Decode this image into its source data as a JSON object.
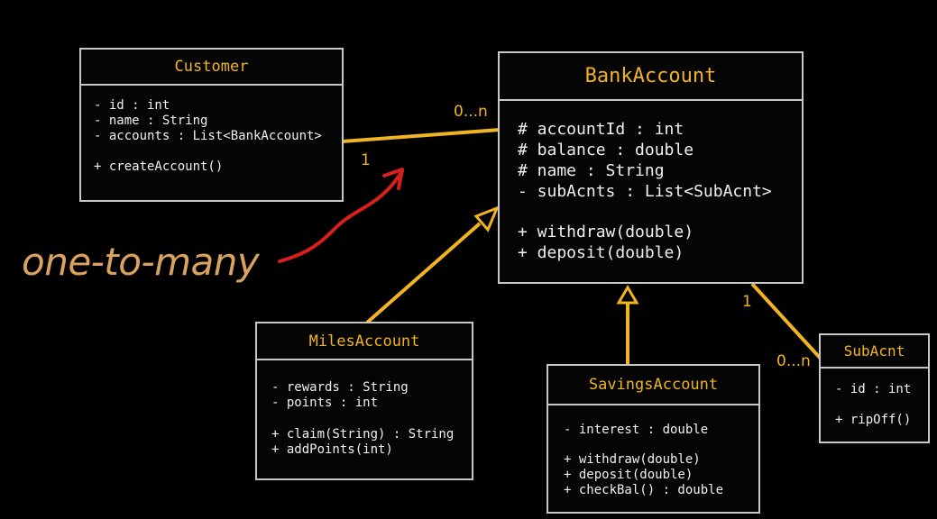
{
  "classes": {
    "customer": {
      "name": "Customer",
      "attributes": [
        "- id : int",
        "- name : String",
        "- accounts : List<BankAccount>"
      ],
      "methods": [
        "+ createAccount()"
      ]
    },
    "bank_account": {
      "name": "BankAccount",
      "attributes": [
        "# accountId : int",
        "# balance : double",
        "# name : String",
        "- subAcnts : List<SubAcnt>"
      ],
      "methods": [
        "+ withdraw(double)",
        "+ deposit(double)"
      ]
    },
    "miles_account": {
      "name": "MilesAccount",
      "attributes": [
        "- rewards : String",
        "- points : int"
      ],
      "methods": [
        "+ claim(String) : String",
        "+ addPoints(int)"
      ]
    },
    "savings_account": {
      "name": "SavingsAccount",
      "attributes": [
        "- interest : double"
      ],
      "methods": [
        "+ withdraw(double)",
        "+ deposit(double)",
        "+ checkBal() : double"
      ]
    },
    "sub_acnt": {
      "name": "SubAcnt",
      "attributes": [
        "- id : int"
      ],
      "methods": [
        "+ ripOff()"
      ]
    }
  },
  "multiplicities": {
    "customer_bank_many": "0...n",
    "customer_bank_one": "1",
    "bank_sub_one": "1",
    "bank_sub_many": "0...n"
  },
  "annotation": {
    "text": "one-to-many"
  },
  "colors": {
    "background": "#000000",
    "box_border": "#c8c8c8",
    "class_title": "#f2b41e",
    "connector": "#f0b422",
    "annotation_arrow": "#d81e1e",
    "annotation_text": "#d9a25e"
  }
}
